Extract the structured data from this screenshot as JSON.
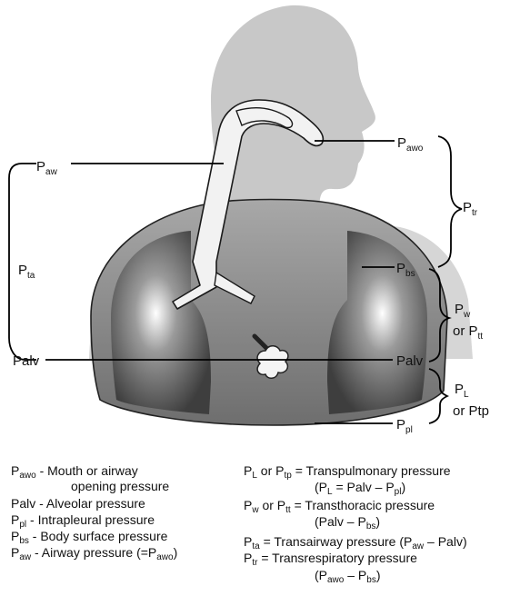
{
  "labels": {
    "p_awo": {
      "main": "P",
      "sub": "awo"
    },
    "p_aw": {
      "main": "P",
      "sub": "aw"
    },
    "p_tr": {
      "main": "P",
      "sub": "tr"
    },
    "p_ta": {
      "main": "P",
      "sub": "ta"
    },
    "p_bs": {
      "main": "P",
      "sub": "bs"
    },
    "p_w": {
      "main": "P",
      "sub": "w"
    },
    "or_p_tt": {
      "pre": "or P",
      "sub": "tt"
    },
    "palv_left": "Palv",
    "palv_right": "Palv",
    "p_l": {
      "main": "P",
      "sub": "L"
    },
    "or_ptp": "or Ptp",
    "p_pl": {
      "main": "P",
      "sub": "pl"
    }
  },
  "legend": {
    "left": {
      "awo": {
        "sym": "P",
        "sub": "awo",
        "text1": " - Mouth or airway",
        "text2": "opening pressure"
      },
      "palv": {
        "sym": "Palv",
        "text": " - Alveolar pressure"
      },
      "pl": {
        "sym": "P",
        "sub": "pl",
        "text": " - Intrapleural pressure"
      },
      "bs": {
        "sym": "P",
        "sub": "bs",
        "text": " - Body surface pressure"
      },
      "aw": {
        "sym": "P",
        "sub": "aw",
        "text": " - Airway pressure (=P",
        "sub2": "awo",
        "close": ")"
      }
    },
    "right": {
      "l": {
        "a": "P",
        "a_sub": "L",
        "mid": " or P",
        "b_sub": "tp",
        "text": " = Transpulmonary pressure",
        "f_open": "(P",
        "f_sub": "L",
        "f_mid": " = Palv – P",
        "f_sub2": "pl",
        "f_close": ")"
      },
      "w": {
        "a": "P",
        "a_sub": "w",
        "mid": " or P",
        "b_sub": "tt",
        "text": " = Transthoracic pressure",
        "f_open": "(Palv – P",
        "f_sub": "bs",
        "f_close": ")"
      },
      "ta": {
        "a": "P",
        "a_sub": "ta",
        "text": " = Transairway pressure (P",
        "sub2": "aw",
        "close": " – Palv)"
      },
      "tr": {
        "a": "P",
        "a_sub": "tr",
        "text": " = Transrespiratory pressure",
        "f_open": "(P",
        "f_sub": "awo",
        "f_mid": " – P",
        "f_sub2": "bs",
        "f_close": ")"
      }
    }
  }
}
